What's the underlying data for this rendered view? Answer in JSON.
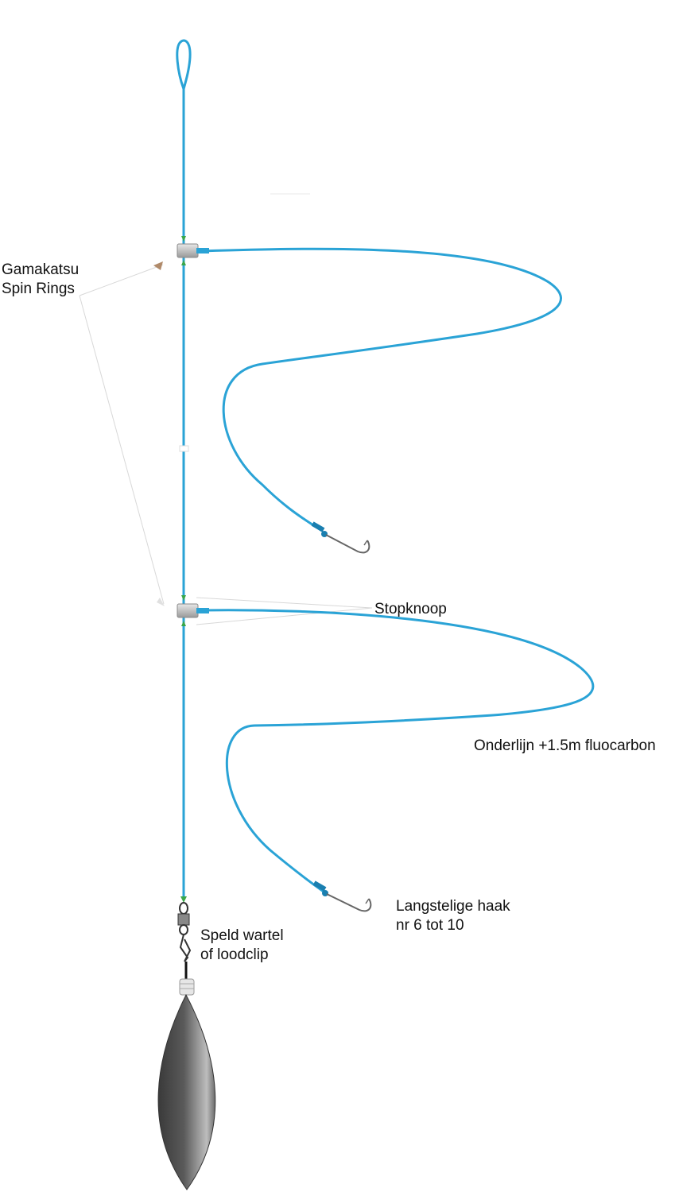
{
  "labels": {
    "spin_rings_line1": "Gamakatsu",
    "spin_rings_line2": "Spin Rings",
    "stopknoop": "Stopknoop",
    "onderlijn": "Onderlijn +1.5m fluocarbon",
    "haak_line1": "Langstelige haak",
    "haak_line2": "nr 6 tot 10",
    "wartel_line1": "Speld wartel",
    "wartel_line2": "of loodclip"
  },
  "colors": {
    "line": "#2aa3d6",
    "line_dark": "#1a7fb0",
    "spin_ring": "#c8c8c8",
    "knot": "#3aa64a",
    "hook": "#666666",
    "lead_dark": "#3a3a3a",
    "lead_light": "#cfcfcf",
    "pointer_arrow": "#b08a6a"
  }
}
